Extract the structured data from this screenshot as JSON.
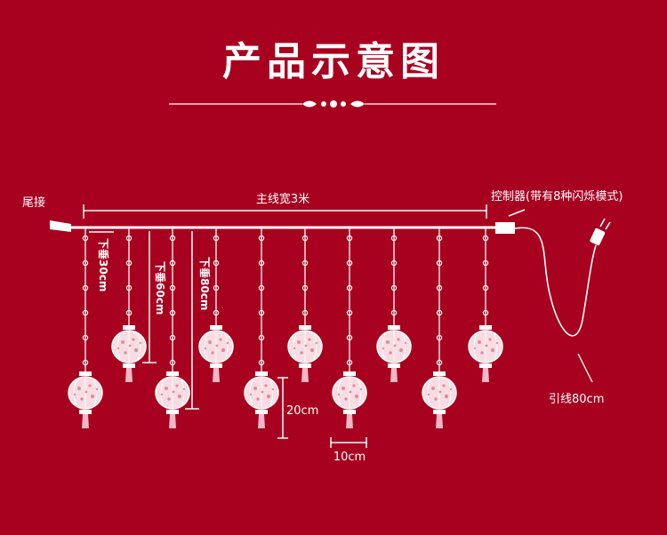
{
  "title": "产品示意图",
  "labels": {
    "tail": "尾接",
    "main_line": "主线宽3米",
    "controller": "控制器(带有8种闪烁模式)",
    "drop_30": "下垂30cm",
    "drop_60": "下垂60cm",
    "drop_80": "下垂80cm",
    "lantern_height": "20cm",
    "lantern_width": "10cm",
    "lead_wire": "引线80cm"
  },
  "colors": {
    "background": "#a8001f",
    "line": "#ffffff",
    "lantern_fill": "#f7dde3",
    "lantern_pattern": "#e58a9e",
    "tassel": "#f0b8c6"
  },
  "strands": [
    {
      "drop": "long"
    },
    {
      "drop": "short"
    },
    {
      "drop": "mid"
    },
    {
      "drop": "short"
    },
    {
      "drop": "mid"
    },
    {
      "drop": "short"
    },
    {
      "drop": "mid"
    },
    {
      "drop": "short"
    },
    {
      "drop": "mid"
    },
    {
      "drop": "short"
    }
  ]
}
